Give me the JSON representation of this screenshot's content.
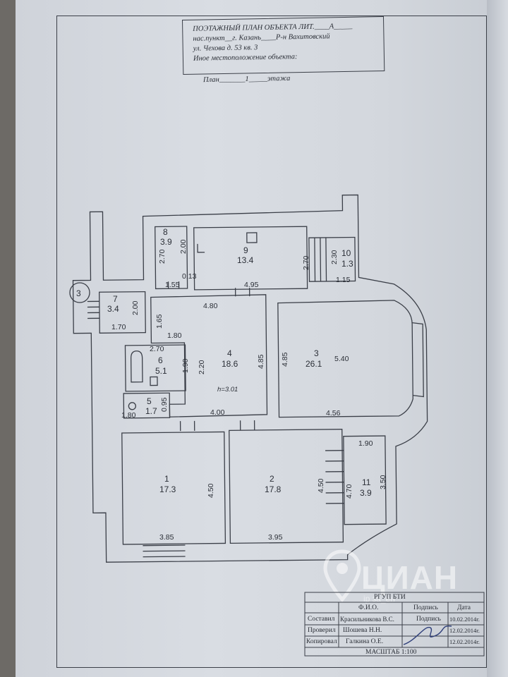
{
  "header": {
    "line1": "ПОЭТАЖНЫЙ ПЛАН ОБЪЕКТА ЛИТ.____А_____",
    "line2": "нас.пункт__г. Казань____Р-н  Вахитовский",
    "line3": "ул. Чехова д. 53 кв. 3",
    "line4": "Иное местоположение объекта:",
    "floor_caption": "План_______1_____этажа"
  },
  "plan": {
    "marker": "3",
    "height_note": "h=3.01",
    "rooms": [
      {
        "num": "1",
        "area": "17.3"
      },
      {
        "num": "2",
        "area": "17.8"
      },
      {
        "num": "3",
        "area": "26.1"
      },
      {
        "num": "4",
        "area": "18.6"
      },
      {
        "num": "5",
        "area": "1.7"
      },
      {
        "num": "6",
        "area": "5.1"
      },
      {
        "num": "7",
        "area": "3.4"
      },
      {
        "num": "8",
        "area": "3.9"
      },
      {
        "num": "9",
        "area": "13.4"
      },
      {
        "num": "10",
        "area": "1.3"
      },
      {
        "num": "11",
        "area": "3.9"
      }
    ],
    "dims": {
      "d8_h": "2.70",
      "d8_w": "2.00",
      "d013": "0.13",
      "d155": "1.55",
      "d9_h": "2.70",
      "d9_w": "4.95",
      "d10_h": "2.30",
      "d10_w": "1.15",
      "d7_h": "2.00",
      "d7_w": "1.70",
      "d4_top": "4.80",
      "d165": "1.65",
      "d180": "1.80",
      "d6_w": "2.70",
      "d6_h": "1.90",
      "d4_in": "2.20",
      "d4_h": "4.85",
      "d5_h": "0.95",
      "d5_w": "1.80",
      "d4_bot": "4.00",
      "d3_h": "4.85",
      "d3_w": "5.40",
      "d3_bot": "4.56",
      "d1_h": "4.50",
      "d1_w": "3.85",
      "d2_h": "4.50",
      "d2_w": "3.95",
      "d11_top": "1.90",
      "d11_h": "4.70",
      "d11_r": "3.50"
    }
  },
  "stamp": {
    "org": "РГУП БТИ",
    "col_name": "Ф.И.О.",
    "col_sign": "Подпись",
    "col_date": "Дата",
    "rows": [
      {
        "role": "Составил",
        "name": "Красильникова В.С.",
        "sign": "Подпись",
        "date": "10.02.2014г."
      },
      {
        "role": "Проверил",
        "name": "Шошева Н.Н.",
        "sign": "",
        "date": "12.02.2014г."
      },
      {
        "role": "Копировал",
        "name": "Галкина О.Е.",
        "sign": "",
        "date": "12.02.2014г."
      }
    ],
    "scale": "МАСШТАБ 1:100"
  },
  "watermark": {
    "text": "ЦИАН",
    "sub": "ip за_ен"
  }
}
